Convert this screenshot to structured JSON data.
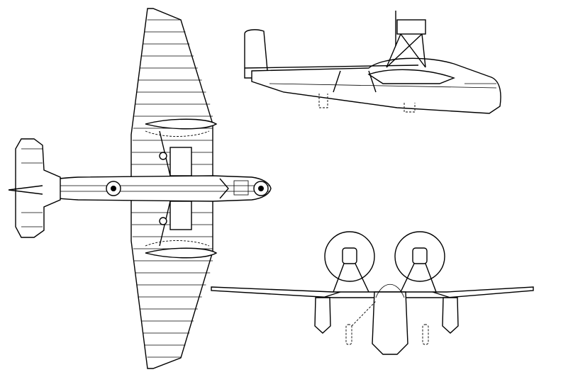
{
  "drawing": {
    "views": [
      "top-view",
      "side-view",
      "front-view"
    ],
    "line_color": "#000000",
    "background": "#ffffff"
  }
}
